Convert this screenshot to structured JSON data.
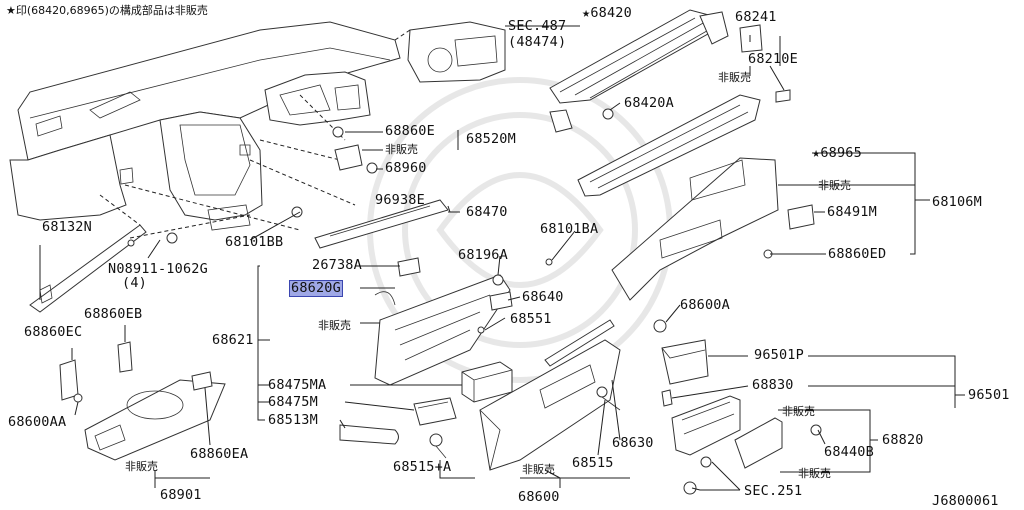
{
  "header_note": "★印(68420,68965)の構成部品は非販売",
  "figure_code": "J6800061",
  "part_labels": {
    "sec487": "SEC.487",
    "sec487_sub": "(48474)",
    "p68420": "★68420",
    "p68241": "68241",
    "p68210E": "68210E",
    "hh_68210": "非販売",
    "p68420A": "68420A",
    "p68860E": "68860E",
    "hh_68860": "非販売",
    "p68520M": "68520M",
    "p68960": "68960",
    "p68965": "★68965",
    "hh_68965": "非販売",
    "p68106M": "68106M",
    "p68491M": "68491M",
    "p68860ED": "68860ED",
    "p96938E": "96938E",
    "p68470": "68470",
    "p68132N": "68132N",
    "p68101BB": "68101BB",
    "p68101BA": "68101BA",
    "p68196A": "68196A",
    "p26738A": "26738A",
    "p68620G": "68620G",
    "p68640": "68640",
    "p68551": "68551",
    "hh_68621": "非販売",
    "p68621": "68621",
    "p08911": "N08911-1062G",
    "p08911_qty": "(4)",
    "p68600A": "68600A",
    "p68860EC": "68860EC",
    "p68860EB": "68860EB",
    "p68600AA": "68600AA",
    "p68860EA": "68860EA",
    "hh_68901": "非販売",
    "p68901": "68901",
    "p68475MA": "68475MA",
    "p68475M": "68475M",
    "p68513M": "68513M",
    "p68515A": "68515+A",
    "p68515": "68515",
    "hh_68600": "非販売",
    "p68600": "68600",
    "p68630": "68630",
    "p96501P": "96501P",
    "p96501": "96501",
    "p68830": "68830",
    "hh_68820a": "非販売",
    "p68820": "68820",
    "p68440B": "68440B",
    "hh_68820b": "非販売",
    "sec251": "SEC.251"
  }
}
